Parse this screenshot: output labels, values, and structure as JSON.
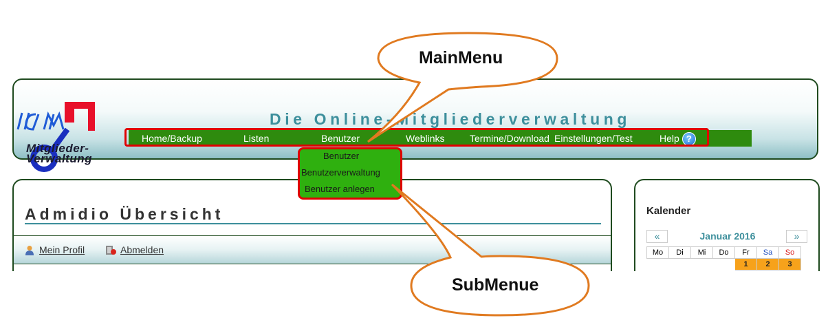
{
  "header": {
    "site_title": "Die Online-Mitgliederverwaltung",
    "logo_text_line1": "Mitglieder-",
    "logo_text_line2": "Verwaltung"
  },
  "main_menu": {
    "items": [
      {
        "label": "Home/Backup"
      },
      {
        "label": "Listen"
      },
      {
        "label": "Benutzer"
      },
      {
        "label": "Weblinks"
      },
      {
        "label": "Termine/Download"
      },
      {
        "label": "Einstellungen/Test"
      },
      {
        "label": "Help"
      }
    ]
  },
  "submenu": {
    "items": [
      {
        "label": "Benutzer"
      },
      {
        "label": "Benutzerverwaltung"
      },
      {
        "label": "Benutzer anlegen"
      }
    ]
  },
  "main": {
    "title": "Admidio Übersicht",
    "links": [
      {
        "label": "Mein Profil"
      },
      {
        "label": "Abmelden"
      }
    ]
  },
  "calendar": {
    "title": "Kalender",
    "prev": "«",
    "next": "»",
    "month": "Januar 2016",
    "weekdays": [
      "Mo",
      "Di",
      "Mi",
      "Do",
      "Fr",
      "Sa",
      "So"
    ],
    "first_row": [
      "",
      "",
      "",
      "",
      "1",
      "2",
      "3"
    ]
  },
  "annotations": {
    "main_menu_label": "MainMenu",
    "sub_menu_label": "SubMenue"
  },
  "colors": {
    "nav_bg": "#2e8b0e",
    "submenu_bg": "#2fb00f",
    "highlight": "#e00000",
    "callout": "#e07a20",
    "accent": "#3d8f9c"
  }
}
